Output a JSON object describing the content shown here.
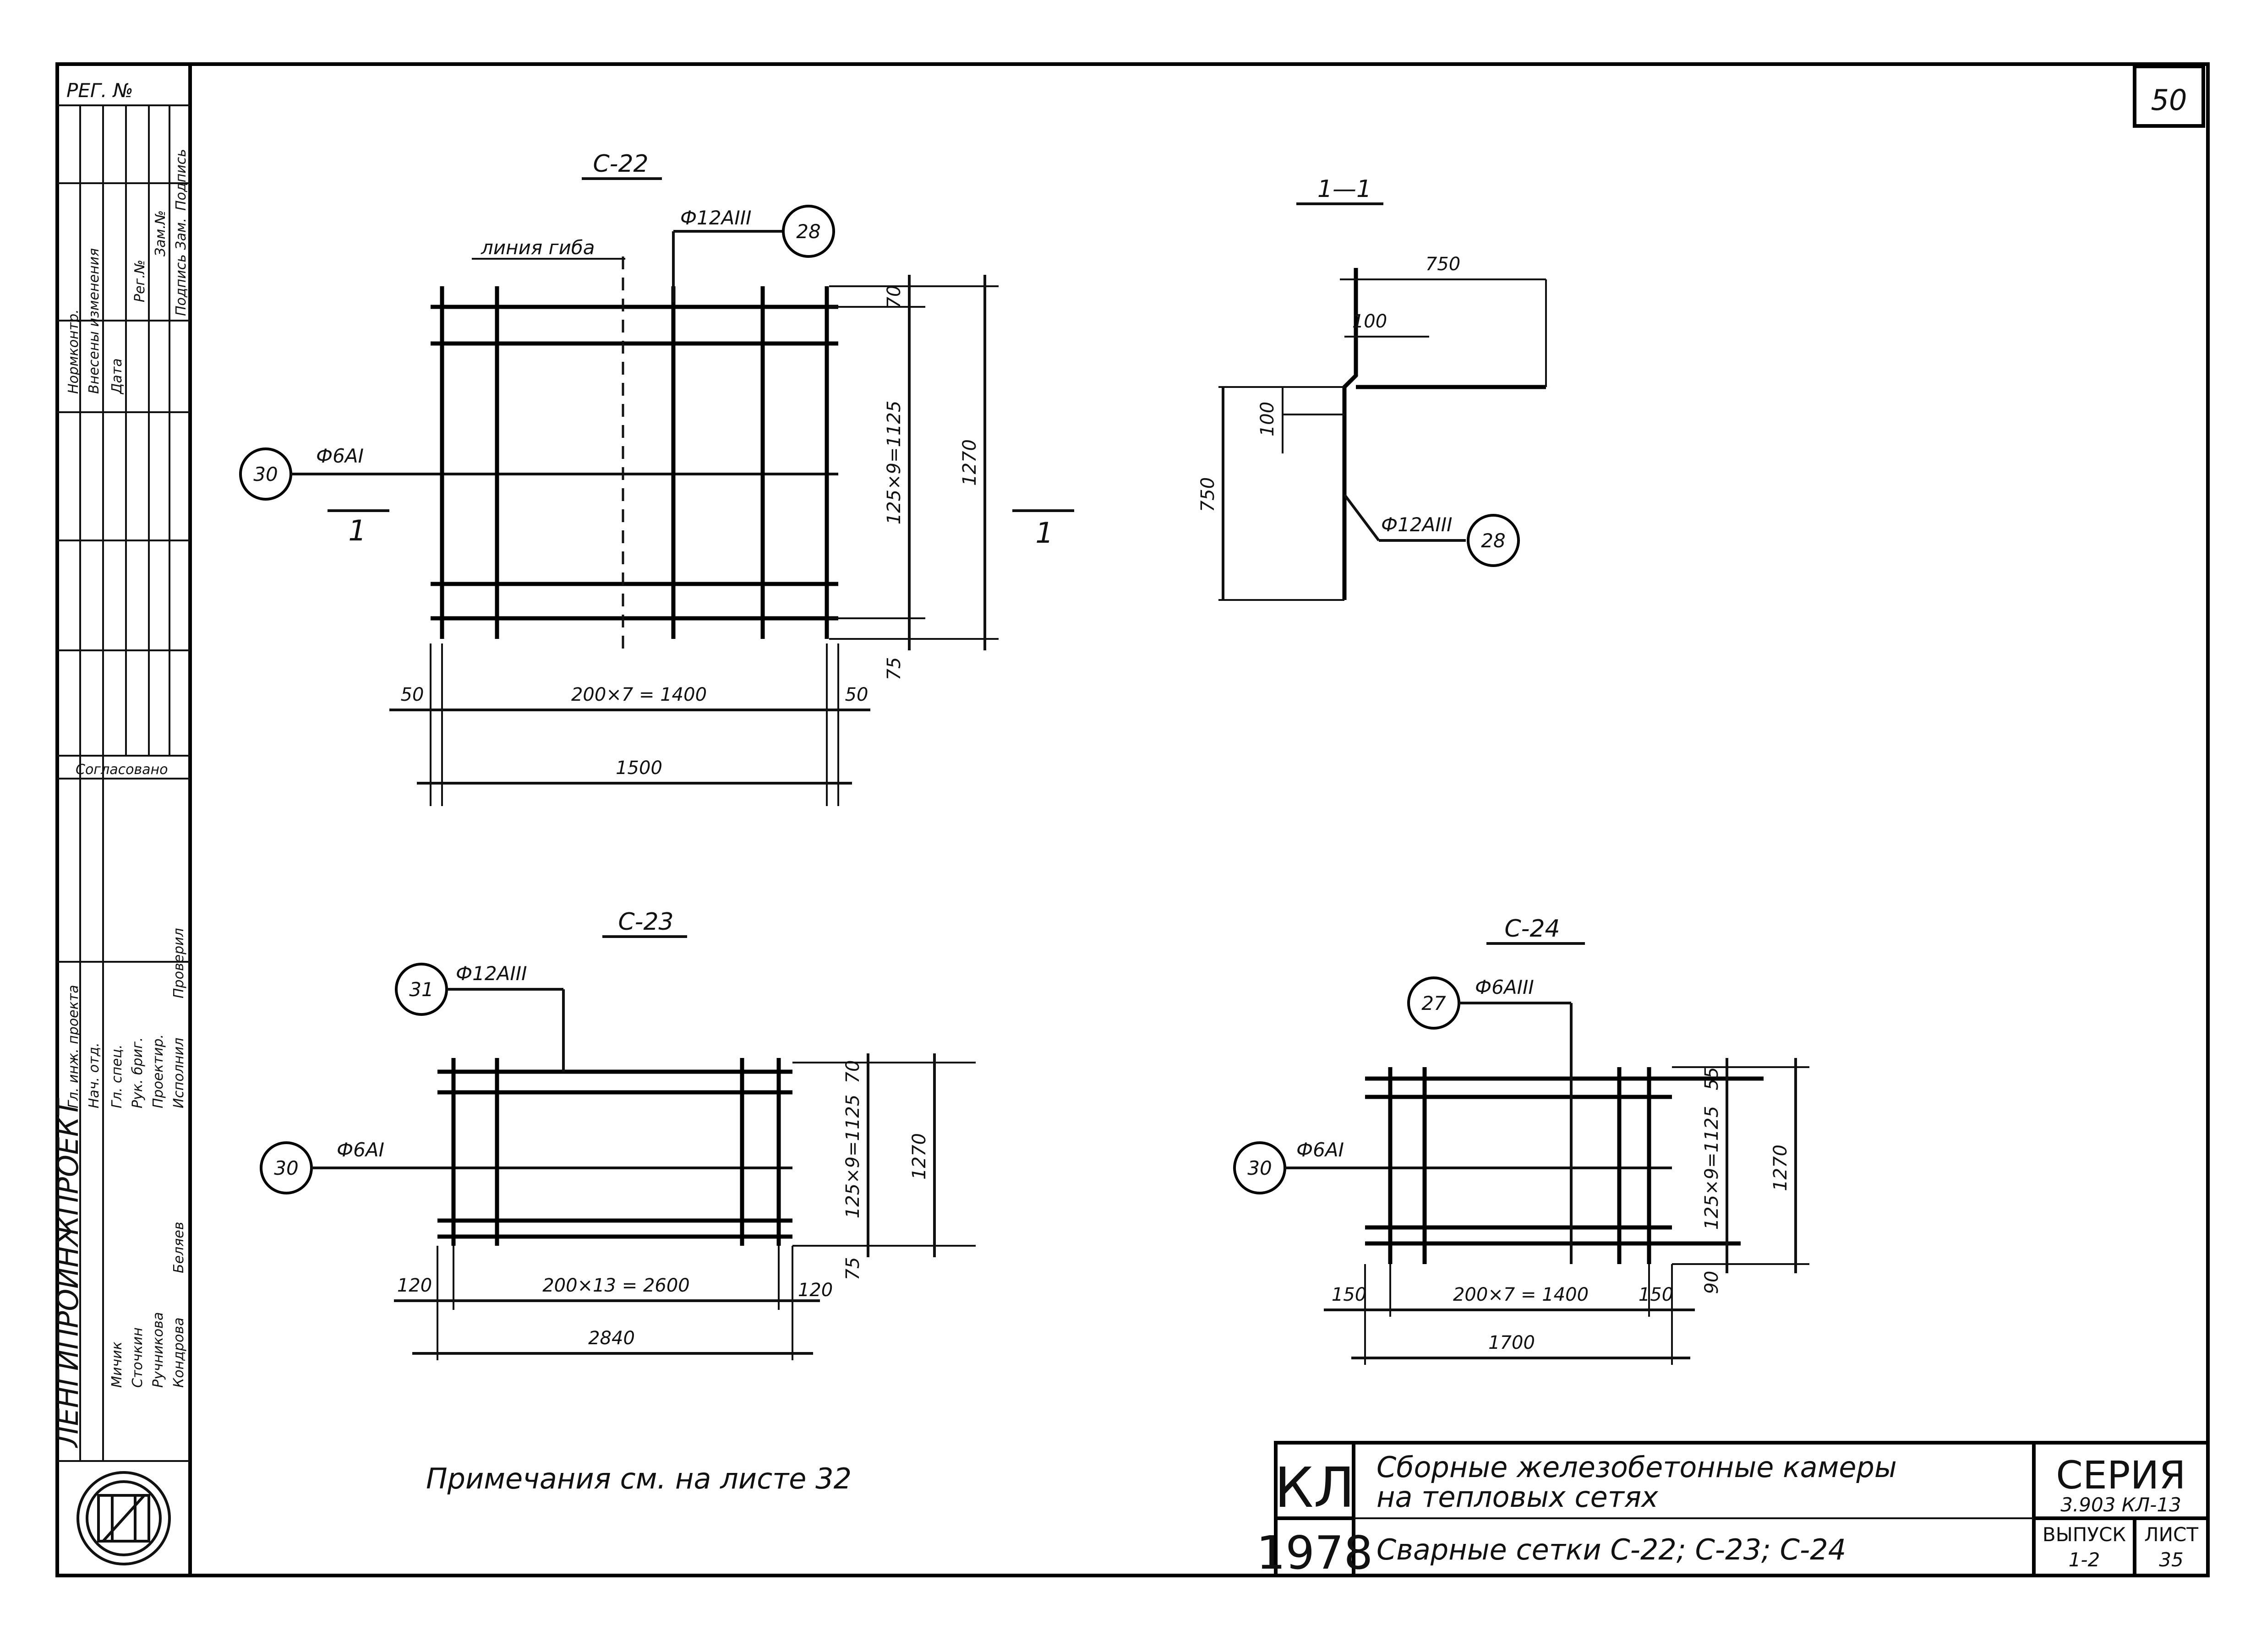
{
  "sheet_number": "50",
  "registration_label": "РЕГ. №",
  "side_stamp": {
    "change_header": [
      "Нормконтр.",
      "Внесены изменения",
      "Дата",
      "Рег.№",
      "Зам.№",
      "Подпись",
      "Подпись Зам."
    ],
    "agreed_label": "Согласовано",
    "organization": "ЛЕНГИПРОИНЖПРОЕКТ",
    "roles": [
      "Гл. инж. проекта",
      "Нач. отд.",
      "Гл. спец.",
      "Рук. бриг.",
      "Проектир.",
      "Исполнил",
      "Проверил"
    ],
    "names": [
      "Мичик",
      "Сточкин",
      "Ручникова",
      "Кондрова",
      "Беляев"
    ]
  },
  "drawings": {
    "c22": {
      "title": "С-22",
      "bend_line_label": "линия гиба",
      "rebar_long": "Ф12АIII",
      "rebar_long_pos": "28",
      "rebar_trans": "Ф6АI",
      "rebar_trans_pos": "30",
      "section_mark": "1",
      "dim_spacing_x": "200×7 = 1400",
      "dim_total_x": "1500",
      "dim_edge_left": "50",
      "dim_edge_right": "50",
      "dim_top": "70",
      "dim_bottom": "75",
      "dim_spacing_y": "125×9=1125",
      "dim_total_y": "1270"
    },
    "section_1_1": {
      "title": "1—1",
      "dim_top": "750",
      "dim_corner_h": "100",
      "dim_corner_v": "100",
      "dim_left": "750",
      "rebar": "Ф12АIII",
      "rebar_pos": "28"
    },
    "c23": {
      "title": "С-23",
      "rebar_long": "Ф12АIII",
      "rebar_long_pos": "31",
      "rebar_trans": "Ф6АI",
      "rebar_trans_pos": "30",
      "dim_spacing_x": "200×13 = 2600",
      "dim_total_x": "2840",
      "dim_edge_left": "120",
      "dim_edge_right": "120",
      "dim_top": "70",
      "dim_bottom": "75",
      "dim_spacing_y": "125×9=1125",
      "dim_total_y": "1270"
    },
    "c24": {
      "title": "С-24",
      "rebar_long": "Ф6АIII",
      "rebar_long_pos": "27",
      "rebar_trans": "Ф6АI",
      "rebar_trans_pos": "30",
      "dim_spacing_x": "200×7 = 1400",
      "dim_total_x": "1700",
      "dim_edge_left": "150",
      "dim_edge_right": "150",
      "dim_top": "55",
      "dim_bottom": "90",
      "dim_spacing_y": "125×9=1125",
      "dim_total_y": "1270"
    }
  },
  "note": "Примечания см. на листе 32",
  "title_block": {
    "code": "КЛ",
    "year": "1978",
    "title_line1": "Сборные железобетонные камеры",
    "title_line2": "на тепловых сетях",
    "subtitle": "Сварные сетки С-22; С-23; С-24",
    "series_label": "СЕРИЯ",
    "series_value": "3.903 КЛ-13",
    "issue_label": "ВЫПУСК",
    "issue_value": "1-2",
    "sheet_label": "ЛИСТ",
    "sheet_value": "35"
  }
}
